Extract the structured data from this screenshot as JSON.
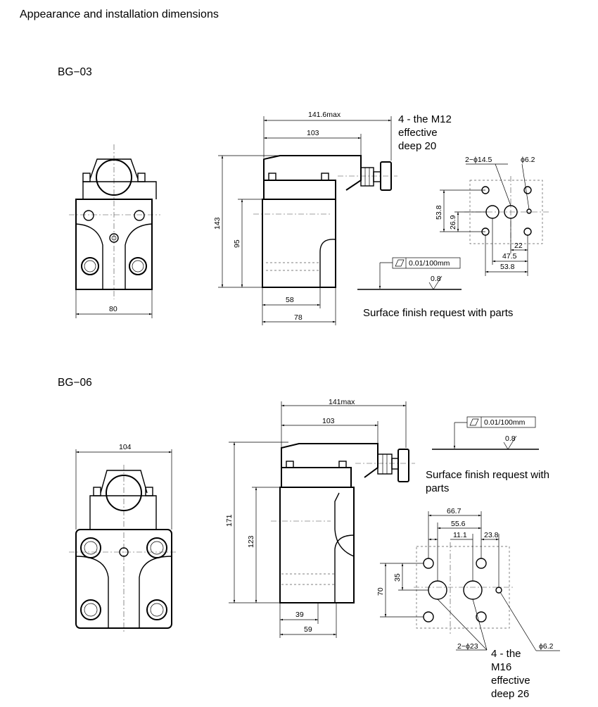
{
  "page_title": "Appearance and installation dimensions",
  "bg03": {
    "model": "BG−03",
    "dim_141_6": "141.6max",
    "dim_103": "103",
    "dim_143": "143",
    "dim_95": "95",
    "dim_58": "58",
    "dim_78": "78",
    "dim_80": "80",
    "thread_note": [
      "4 - the M12",
      "effective",
      "deep 20"
    ],
    "hole_label": "2−ϕ14.5",
    "pin_label": "ϕ6.2",
    "dim_53_8_v": "53.8",
    "dim_26_9": "26.9",
    "dim_22": "22",
    "dim_47_5": "47.5",
    "dim_53_8_h": "53.8",
    "flatness": "0.01/100mm",
    "roughness": "0.8",
    "surface_note": "Surface finish request with parts"
  },
  "bg06": {
    "model": "BG−06",
    "dim_141": "141max",
    "dim_103": "103",
    "dim_104": "104",
    "dim_171": "171",
    "dim_123": "123",
    "dim_39": "39",
    "dim_59": "59",
    "flatness": "0.01/100mm",
    "roughness": "0.8",
    "surface_note": [
      "Surface finish request with",
      "parts"
    ],
    "dim_66_7": "66.7",
    "dim_55_6": "55.6",
    "dim_11_1": "11.1",
    "dim_23_8": "23.8",
    "dim_35": "35",
    "dim_70": "70",
    "hole_label": "2−ϕ23",
    "pin_label": "ϕ6.2",
    "thread_note": [
      "4 - the",
      "M16",
      "effective",
      " deep 26"
    ]
  }
}
